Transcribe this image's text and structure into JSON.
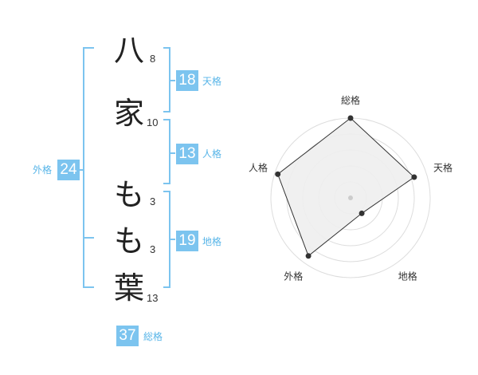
{
  "name_chars": [
    {
      "char": "八",
      "strokes": "8"
    },
    {
      "char": "家",
      "strokes": "10"
    },
    {
      "char": "も",
      "strokes": "3"
    },
    {
      "char": "も",
      "strokes": "3"
    },
    {
      "char": "葉",
      "strokes": "13"
    }
  ],
  "scores": {
    "tenkaku": {
      "label": "天格",
      "value": "18"
    },
    "jinkaku": {
      "label": "人格",
      "value": "13"
    },
    "chikaku": {
      "label": "地格",
      "value": "19"
    },
    "gaikaku": {
      "label": "外格",
      "value": "24"
    },
    "soukaku": {
      "label": "総格",
      "value": "37"
    }
  },
  "colors": {
    "accent": "#7cc4ef",
    "bracket": "#7cc4ef",
    "accent_text": "#58b5e8"
  },
  "chart_data": {
    "type": "radar",
    "axes": [
      "総格",
      "天格",
      "地格",
      "外格",
      "人格"
    ],
    "values": [
      5,
      4.2,
      1.2,
      4.5,
      4.8
    ],
    "max": 5,
    "rings": 5
  }
}
